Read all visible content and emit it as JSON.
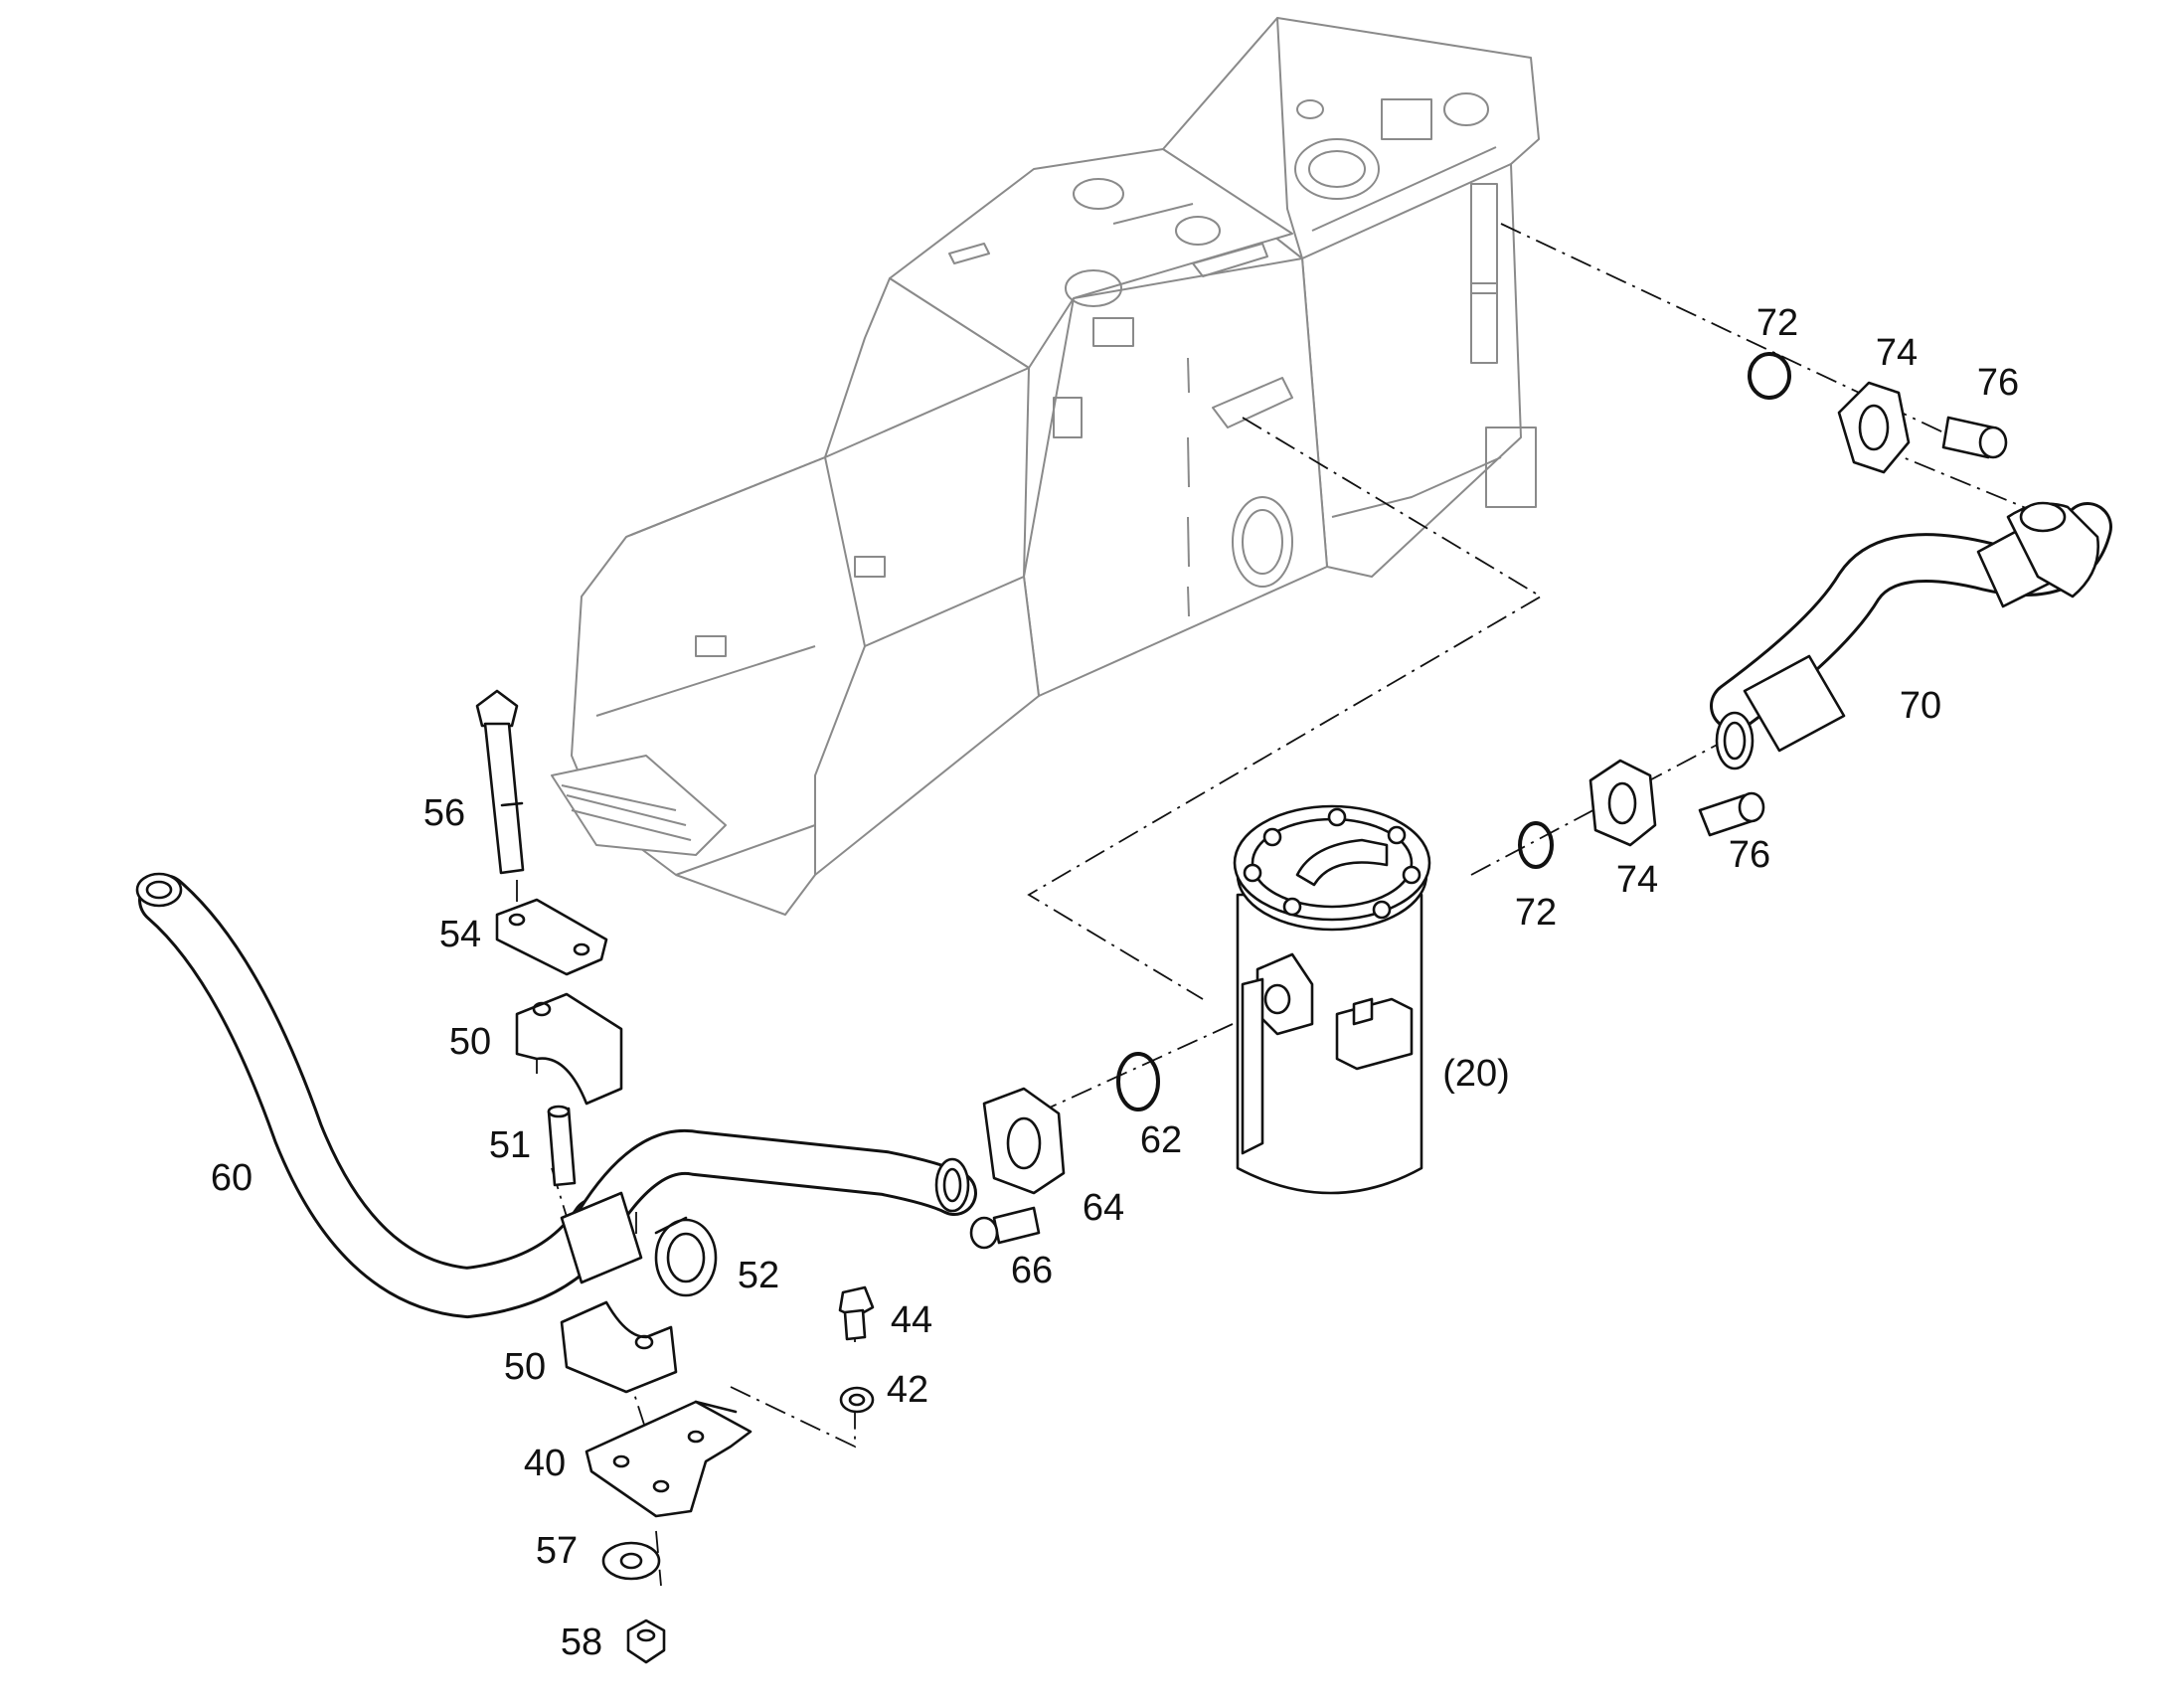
{
  "callouts": {
    "c20": "(20)",
    "c40": "40",
    "c42": "42",
    "c44": "44",
    "c50a": "50",
    "c50b": "50",
    "c51": "51",
    "c52": "52",
    "c54": "54",
    "c56": "56",
    "c57": "57",
    "c58": "58",
    "c60": "60",
    "c62": "62",
    "c64": "64",
    "c66": "66",
    "c70": "70",
    "c72a": "72",
    "c72b": "72",
    "c74a": "74",
    "c74b": "74",
    "c76a": "76",
    "c76b": "76"
  }
}
